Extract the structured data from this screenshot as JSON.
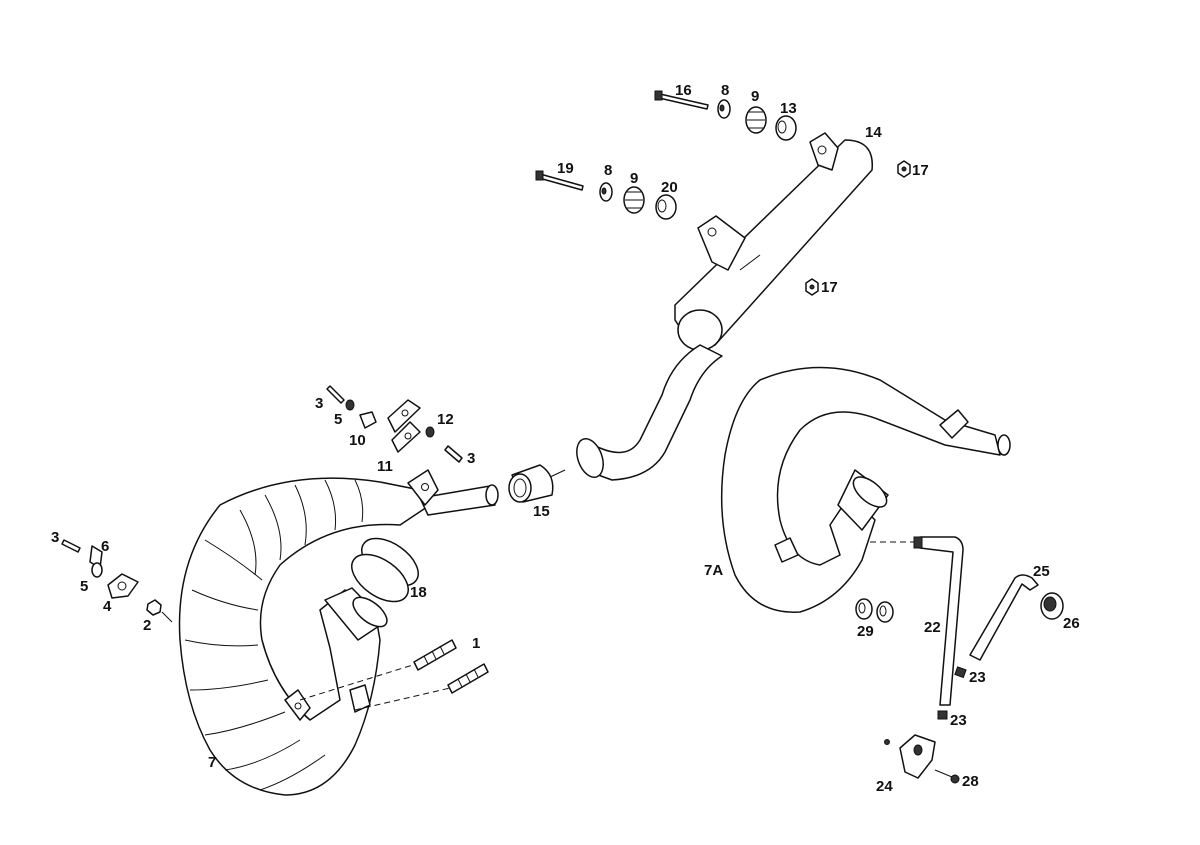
{
  "callouts": {
    "c1": "1",
    "c2": "2",
    "c3a": "3",
    "c3b": "3",
    "c3c": "3",
    "c4": "4",
    "c5a": "5",
    "c5b": "5",
    "c6": "6",
    "c7": "7",
    "c7a": "7A",
    "c8a": "8",
    "c8b": "8",
    "c9a": "9",
    "c9b": "9",
    "c10": "10",
    "c11": "11",
    "c12": "12",
    "c13": "13",
    "c14": "14",
    "c15": "15",
    "c16": "16",
    "c17a": "17",
    "c17b": "17",
    "c18": "18",
    "c19": "19",
    "c20": "20",
    "c22": "22",
    "c23a": "23",
    "c23b": "23",
    "c24": "24",
    "c25": "25",
    "c26": "26",
    "c28": "28",
    "c29": "29"
  },
  "colors": {
    "line": "#111111",
    "background": "#ffffff"
  }
}
